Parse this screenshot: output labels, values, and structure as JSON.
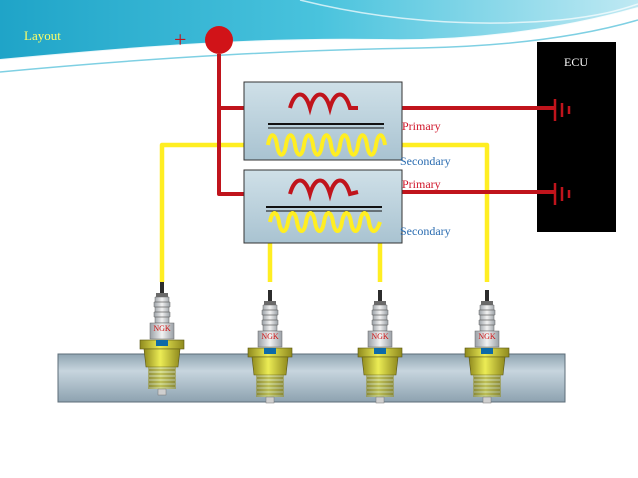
{
  "slide": {
    "title": "Layout",
    "plus_sign": "+"
  },
  "ecu": {
    "label": "ECU"
  },
  "coils": [
    {
      "primary_label": "Primary",
      "secondary_label": "Secondary"
    },
    {
      "primary_label": "Primary",
      "secondary_label": "Secondary"
    }
  ],
  "plugs": [
    {
      "brand": "NGK"
    },
    {
      "brand": "NGK"
    },
    {
      "brand": "NGK"
    },
    {
      "brand": "NGK"
    }
  ],
  "colors": {
    "primary_wire": "#c0141c",
    "secondary_wire": "#ffee22",
    "coil_box": "#b9d2de",
    "ecu_box": "#000000",
    "ecu_text": "#ffffff",
    "primary_text": "#d0162a",
    "secondary_text": "#2a6cb0",
    "title_text": "#ffff66",
    "plug_brand_text": "#d01010",
    "engine_block": "#a9bcc8",
    "plug_body": "#d8d83a"
  }
}
